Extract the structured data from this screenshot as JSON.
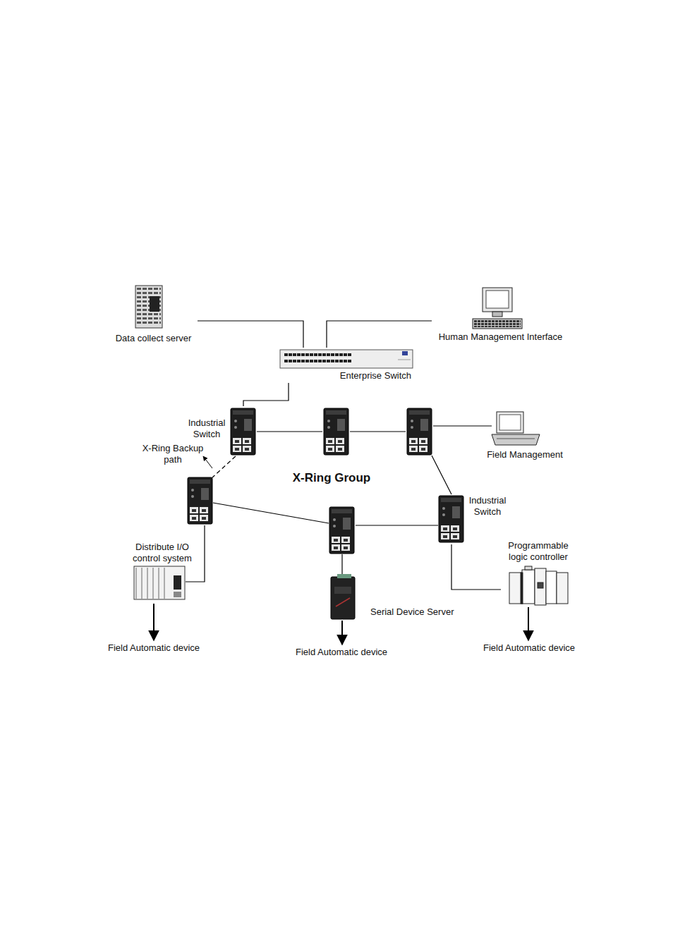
{
  "diagram": {
    "nodes": [
      {
        "text": [
          "Data collect server"
        ]
      },
      {
        "text": [
          "Human Management Interface"
        ]
      },
      {
        "text": [
          "Enterprise Switch"
        ]
      },
      {
        "text": [
          "Industrial Switch"
        ]
      },
      {
        "text": [
          "Field Management"
        ]
      },
      {
        "text": [
          "Industrial Switch"
        ]
      },
      {
        "text": [
          "Distribute I/O control system"
        ]
      },
      {
        "text": [
          "Serial Device Server"
        ]
      },
      {
        "text": [
          "Programmable logic controller"
        ]
      },
      {
        "text": [
          "Field Automatic device"
        ]
      },
      {
        "text": [
          "Field Automatic device"
        ]
      },
      {
        "text": [
          "Field Automatic device"
        ]
      }
    ],
    "edges": [
      {
        "from": 0,
        "to": 2,
        "arrow": "none"
      },
      {
        "from": 1,
        "to": 2,
        "arrow": "none"
      },
      {
        "from": 2,
        "to": 3,
        "arrow": "none"
      },
      {
        "from": 5,
        "to": 8,
        "arrow": "none"
      },
      {
        "from": 6,
        "to": 9,
        "arrow": "to"
      },
      {
        "from": 7,
        "to": 10,
        "arrow": "to"
      },
      {
        "from": 8,
        "to": 11,
        "arrow": "to"
      }
    ],
    "labels": [
      "X-Ring Backup path",
      "X-Ring Group"
    ]
  }
}
